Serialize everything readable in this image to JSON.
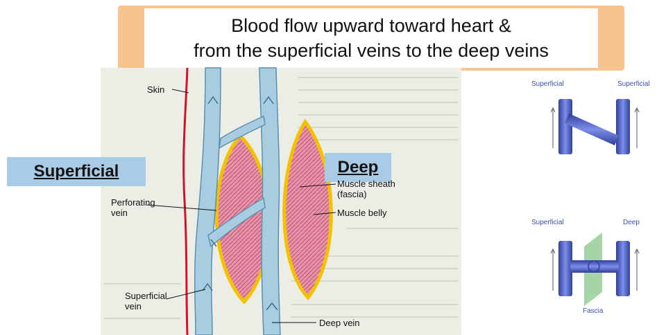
{
  "title": {
    "line1": "Blood flow upward toward heart &",
    "line2": "from the superficial veins to the deep veins"
  },
  "labels": {
    "superficial": "Superficial",
    "deep": "Deep"
  },
  "annotations": {
    "skin": "Skin",
    "muscle_sheath_1": "Muscle sheath",
    "muscle_sheath_2": "(fascia)",
    "muscle_belly": "Muscle belly",
    "perforating_1": "Perforating",
    "perforating_2": "vein",
    "superficial_vein_1": "Superficial",
    "superficial_vein_2": "vein",
    "deep_vein": "Deep vein"
  },
  "schematic": {
    "top_left": "Superficial",
    "top_right": "Superficial",
    "bottom_left": "Superficial",
    "bottom_right": "Deep",
    "fascia": "Fascia"
  },
  "colors": {
    "vein": "#a8cde0",
    "muscle": "#d87a92",
    "sheath": "#f2c200",
    "skin_line": "#d0122a",
    "pipe": "#4a5fc8",
    "fascia": "#88c58a"
  }
}
